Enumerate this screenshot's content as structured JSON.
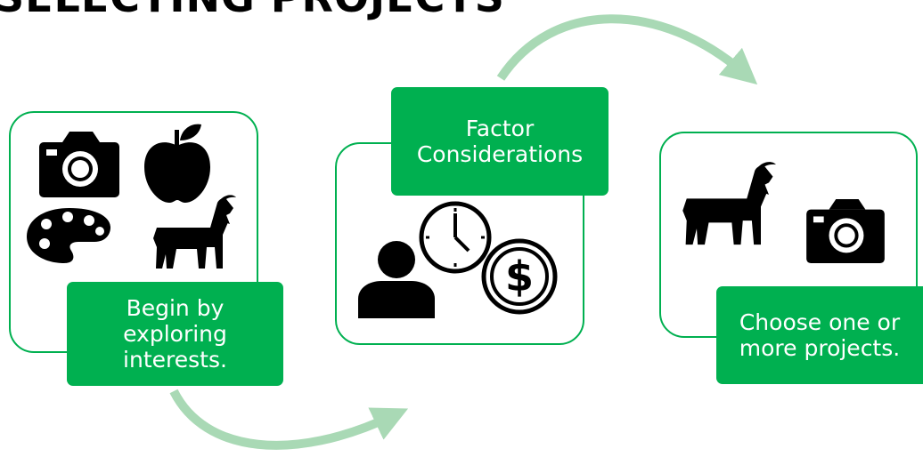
{
  "title": "SELECTING PROJECTS",
  "colors": {
    "accent": "#00b050",
    "arrow": "#a9d9b5",
    "icon": "#000000"
  },
  "steps": [
    {
      "label": "Begin by\nexploring\ninterests.",
      "icons": [
        "camera-icon",
        "apple-icon",
        "palette-icon",
        "goat-icon"
      ]
    },
    {
      "label": "Factor\nConsiderations",
      "icons": [
        "person-icon",
        "clock-icon",
        "dollar-icon"
      ]
    },
    {
      "label": "Choose one or\nmore projects.",
      "icons": [
        "goat-icon",
        "camera-icon"
      ]
    }
  ]
}
